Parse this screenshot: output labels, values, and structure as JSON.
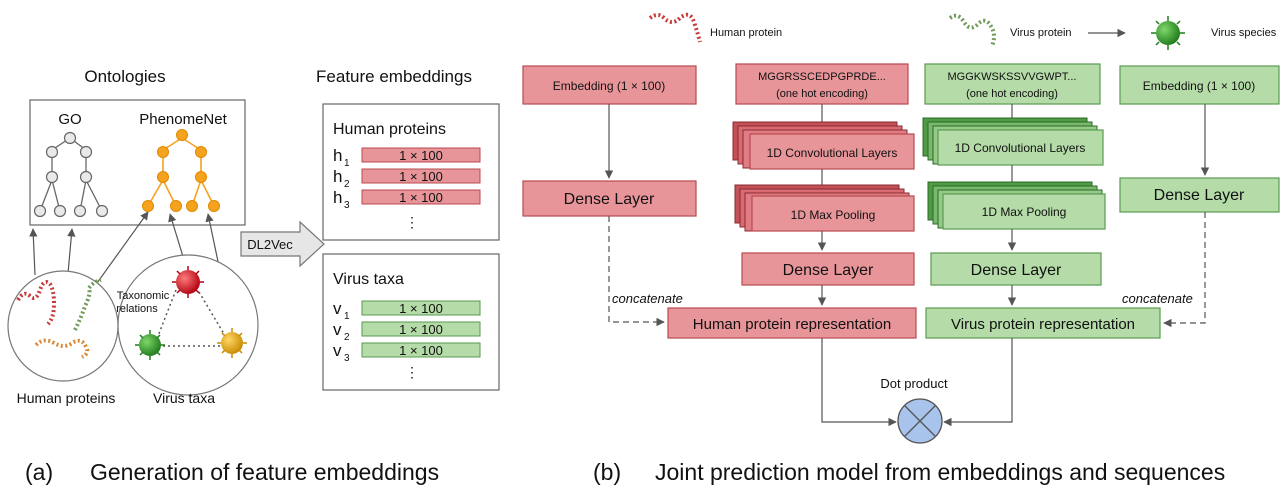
{
  "panel_a": {
    "ontologies_title": "Ontologies",
    "go_label": "GO",
    "phenomenet_label": "PhenomeNet",
    "human_proteins_label": "Human proteins",
    "virus_taxa_label": "Virus taxa",
    "taxonomic_label_line1": "Taxonomic",
    "taxonomic_label_line2": "relations",
    "dl2vec_label": "DL2Vec",
    "feature_embeddings_title": "Feature embeddings",
    "human_box_title": "Human proteins",
    "human_rows": [
      {
        "sym": "h",
        "sub": "1",
        "value": "1 × 100"
      },
      {
        "sym": "h",
        "sub": "2",
        "value": "1 × 100"
      },
      {
        "sym": "h",
        "sub": "3",
        "value": "1 × 100"
      }
    ],
    "virus_box_title": "Virus taxa",
    "virus_rows": [
      {
        "sym": "v",
        "sub": "1",
        "value": "1 × 100"
      },
      {
        "sym": "v",
        "sub": "2",
        "value": "1 × 100"
      },
      {
        "sym": "v",
        "sub": "3",
        "value": "1 × 100"
      }
    ],
    "ellipsis": "⋮",
    "caption_letter": "(a)",
    "caption_text": "Generation of feature embeddings"
  },
  "panel_b": {
    "human_protein_icon_label": "Human protein",
    "virus_protein_icon_label": "Virus protein",
    "virus_species_icon_label": "Virus species",
    "human_embedding": "Embedding (1 × 100)",
    "human_seq_line1": "MGGRSSCEDPGPRDE...",
    "human_seq_line2": "(one hot encoding)",
    "virus_seq_line1": "MGGKWSKSSVVGWPT...",
    "virus_seq_line2": "(one hot encoding)",
    "virus_embedding": "Embedding (1 × 100)",
    "conv_label": "1D Convolutional Layers",
    "pool_label": "1D Max Pooling",
    "dense_label": "Dense Layer",
    "concatenate_label": "concatenate",
    "human_rep": "Human protein representation",
    "virus_rep": "Virus protein representation",
    "dot_product": "Dot product",
    "caption_letter": "(b)",
    "caption_text": "Joint prediction model from embeddings and sequences"
  },
  "colors": {
    "human_red": "#e8959a",
    "virus_green": "#b4dba8",
    "ontology_orange": "#f5a21e",
    "dot_product_blue": "#a8c4ec"
  }
}
